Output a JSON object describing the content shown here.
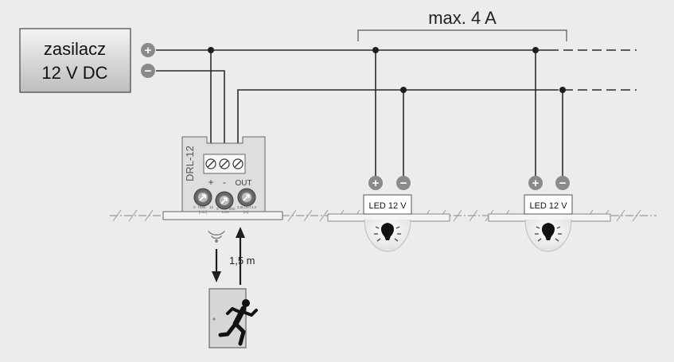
{
  "power_supply": {
    "line1": "zasilacz",
    "line2": "12 V DC"
  },
  "terminals": {
    "plus": "+",
    "minus": "−"
  },
  "current_limit": "max. 4 A",
  "controller": {
    "model": "DRL-12",
    "terminal_labels": {
      "plus": "+",
      "minus": "-",
      "out": "OUT"
    },
    "knobs": [
      {
        "top": "TIME",
        "bottom": "[min]",
        "min": "0",
        "max": "15"
      },
      {
        "top": "LUX",
        "bottom": "",
        "min": "3",
        "max": "800"
      },
      {
        "top": "LOST",
        "bottom": "[m]",
        "min": "0,5",
        "max": "4,0"
      }
    ]
  },
  "lamps": [
    {
      "label": "LED 12 V"
    },
    {
      "label": "LED 12 V"
    }
  ],
  "distance": "1,5 m",
  "colors": {
    "background": "#ececec",
    "wire": "#2b2b2b",
    "terminal": "#888888",
    "box": "#dcdcdc",
    "ceiling": "#999999"
  }
}
